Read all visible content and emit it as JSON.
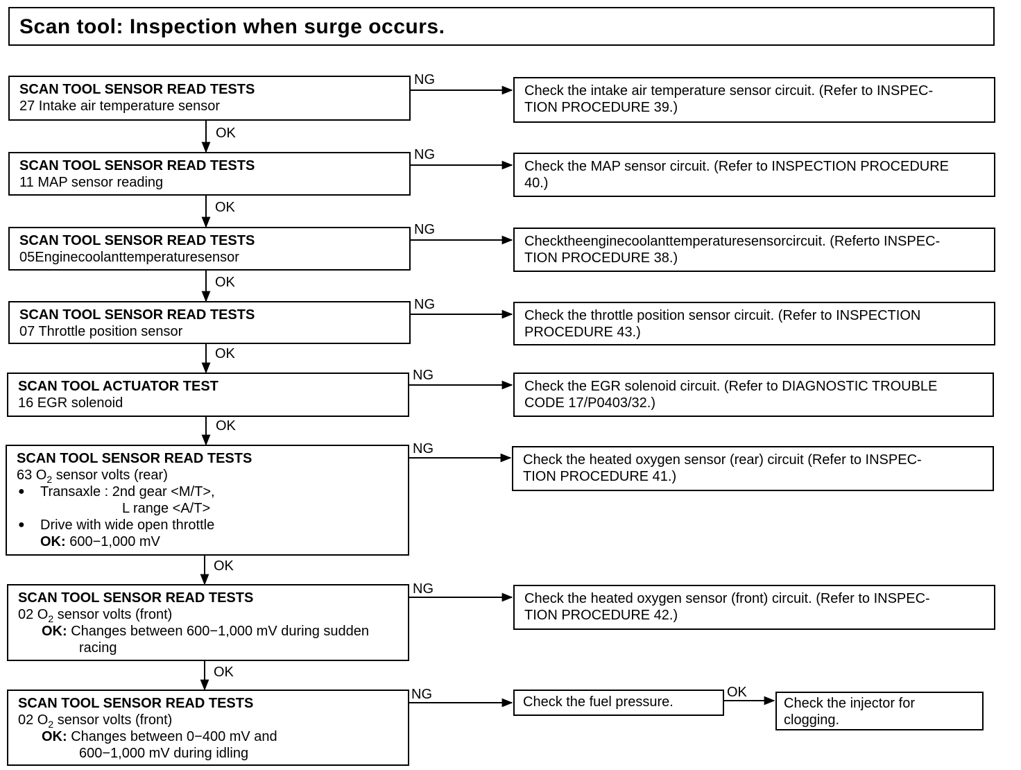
{
  "title": "Scan tool: Inspection when surge occurs.",
  "labels": {
    "ng": "NG",
    "ok": "OK"
  },
  "steps": [
    {
      "heading": "SCAN TOOL SENSOR READ TESTS",
      "line": "27 Intake air temperature sensor",
      "result": "Check the intake air temperature sensor circuit. (Refer to INSPEC-",
      "result2": "TION PROCEDURE 39.)"
    },
    {
      "heading": "SCAN TOOL SENSOR READ TESTS",
      "line": "11 MAP sensor reading",
      "result": "Check the MAP sensor circuit. (Refer to INSPECTION PROCEDURE",
      "result2": "40.)"
    },
    {
      "heading": "SCAN TOOL SENSOR READ TESTS",
      "line": "05Enginecoolanttemperaturesensor",
      "result": "Checktheenginecoolanttemperaturesensorcircuit. (Referto INSPEC-",
      "result2": "TION PROCEDURE 38.)"
    },
    {
      "heading": "SCAN TOOL SENSOR READ TESTS",
      "line": "07 Throttle position sensor",
      "result": "Check the throttle position sensor circuit. (Refer to INSPECTION",
      "result2": "PROCEDURE 43.)"
    },
    {
      "heading": "SCAN TOOL ACTUATOR TEST",
      "line": "16 EGR solenoid",
      "result": "Check the EGR solenoid circuit. (Refer to DIAGNOSTIC TROUBLE",
      "result2": "CODE 17/P0403/32.)"
    },
    {
      "heading": "SCAN TOOL SENSOR READ TESTS",
      "line_pre": "63 O",
      "line_sub": "2",
      "line_post": " sensor volts (rear)",
      "bullet1": "Transaxle : 2nd gear <M/T>,",
      "bullet1b": "L range <A/T>",
      "bullet2": "Drive with wide open throttle",
      "ok_key": "OK:",
      "ok_val": " 600−1,000 mV",
      "result": "Check the heated oxygen sensor (rear) circuit (Refer to INSPEC-",
      "result2": "TION PROCEDURE 41.)"
    },
    {
      "heading": "SCAN TOOL SENSOR READ TESTS",
      "line_pre": "02 O",
      "line_sub": "2",
      "line_post": " sensor volts (front)",
      "ok_key": "OK:",
      "ok_val": " Changes between 600−1,000 mV during sudden",
      "ok_val2": "racing",
      "result": "Check the heated oxygen sensor (front) circuit. (Refer to INSPEC-",
      "result2": "TION PROCEDURE 42.)"
    },
    {
      "heading": "SCAN TOOL SENSOR READ TESTS",
      "line_pre": "02 O",
      "line_sub": "2",
      "line_post": " sensor volts (front)",
      "ok_key": "OK:",
      "ok_val": " Changes between 0−400 mV and",
      "ok_val2": "600−1,000 mV during idling",
      "result": "Check the fuel pressure.",
      "result_next": "Check the injector for",
      "result_next2": "clogging."
    }
  ]
}
